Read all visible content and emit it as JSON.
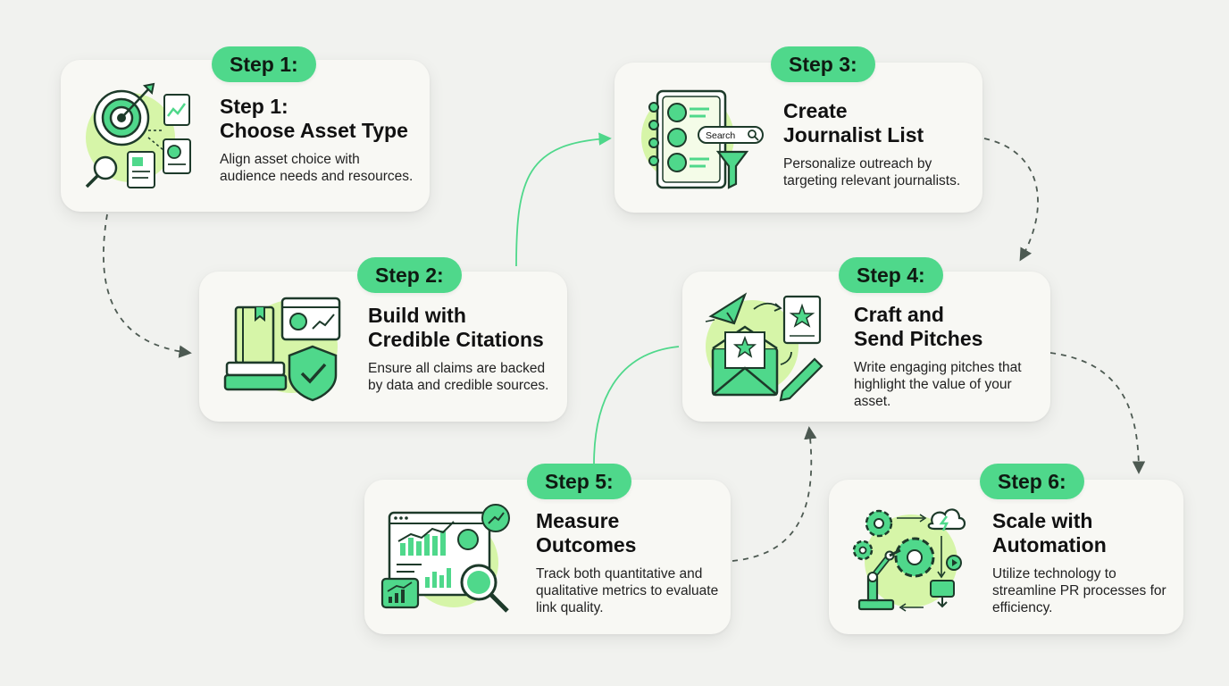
{
  "steps": [
    {
      "pill": "Step 1:",
      "title": "Step 1:\nChoose Asset Type",
      "description": "Align asset choice with audience needs and resources.",
      "icon": "target-documents-icon"
    },
    {
      "pill": "Step 2:",
      "title": "Build with\nCredible Citations",
      "description": "Ensure all claims are backed by data and credible sources.",
      "icon": "books-shield-icon"
    },
    {
      "pill": "Step 3:",
      "title": "Create\nJournalist List",
      "description": "Personalize outreach by targeting relevant journalists.",
      "icon": "contact-list-search-icon",
      "icon_label": "Search"
    },
    {
      "pill": "Step 4:",
      "title": "Craft and\nSend Pitches",
      "description": "Write engaging pitches that highlight the value of your asset.",
      "icon": "envelope-pitch-icon"
    },
    {
      "pill": "Step 5:",
      "title": "Measure\nOutcomes",
      "description": "Track both quantitative and qualitative metrics to evaluate link quality.",
      "icon": "analytics-dashboard-icon"
    },
    {
      "pill": "Step 6:",
      "title": "Scale with\nAutomation",
      "description": "Utilize technology to streamline PR processes for efficiency.",
      "icon": "automation-gears-icon"
    }
  ],
  "colors": {
    "accent": "#4fd88b",
    "accent_light": "#d6f5a8",
    "stroke": "#1d3a2a",
    "card": "#f8f8f4",
    "background": "#f1f2ef"
  }
}
